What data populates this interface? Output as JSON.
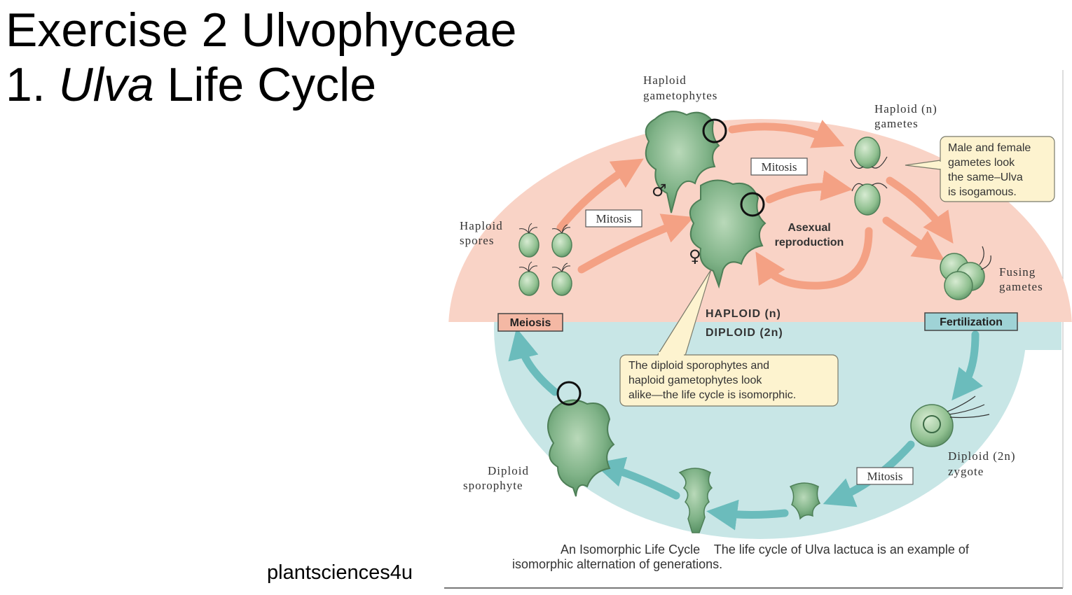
{
  "slide": {
    "title_line1": "Exercise 2 Ulvophyceae",
    "title_line2_prefix": "1. ",
    "title_line2_italic": "Ulva",
    "title_line2_suffix": " Life Cycle",
    "credit": "plantsciences4u"
  },
  "diagram": {
    "labels": {
      "haploid_gametophytes_l1": "Haploid",
      "haploid_gametophytes_l2": "gametophytes",
      "haploid_gametes_l1": "Haploid (n)",
      "haploid_gametes_l2": "gametes",
      "haploid_spores_l1": "Haploid",
      "haploid_spores_l2": "spores",
      "fusing_gametes_l1": "Fusing",
      "fusing_gametes_l2": "gametes",
      "diploid_zygote_l1": "Diploid (2n)",
      "diploid_zygote_l2": "zygote",
      "diploid_sporophyte_l1": "Diploid",
      "diploid_sporophyte_l2": "sporophyte",
      "asexual_l1": "Asexual",
      "asexual_l2": "reproduction",
      "haploid_phase": "HAPLOID (n)",
      "diploid_phase": "DIPLOID (2n)",
      "male_symbol": "♂",
      "female_symbol": "♀"
    },
    "boxes": {
      "mitosis_top": "Mitosis",
      "mitosis_left": "Mitosis",
      "mitosis_bottom": "Mitosis",
      "meiosis": "Meiosis",
      "fertilization": "Fertilization"
    },
    "callouts": {
      "isogamous": [
        "Male and female",
        "gametes look",
        "the same–Ulva",
        "is isogamous."
      ],
      "isomorphic": [
        "The diploid sporophytes and",
        "haploid gametophytes look",
        "alike—the life cycle is isomorphic."
      ]
    },
    "caption_line1": "An Isomorphic Life Cycle    The life cycle of Ulva lactuca is an example of",
    "caption_line2": "isomorphic alternation of generations.",
    "colors": {
      "haploid_bg": "#f9d3c6",
      "diploid_bg": "#c8e6e6",
      "haploid_arrow": "#f4a184",
      "diploid_arrow": "#6bbcbc",
      "alga_green": "#7fb287",
      "callout_bg": "#fdf3cf",
      "meiosis_box": "#f4b8a4",
      "fertilization_box": "#9fd3d6"
    }
  }
}
